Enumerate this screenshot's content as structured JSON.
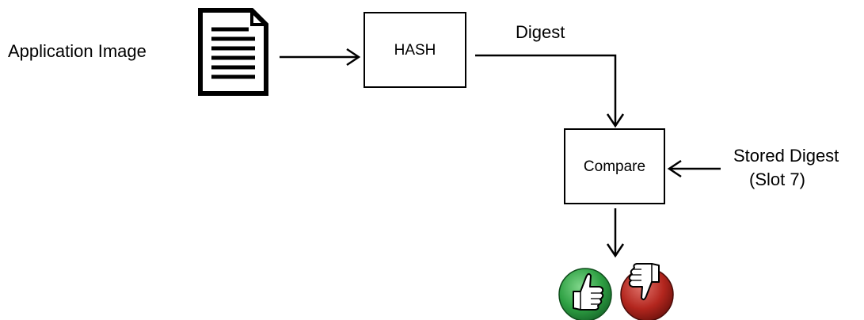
{
  "diagram": {
    "input_label": "Application Image",
    "hash_label": "HASH",
    "digest_label": "Digest",
    "compare_label": "Compare",
    "stored_digest_line1": "Stored Digest",
    "stored_digest_line2": "(Slot 7)",
    "document_icon": "document-icon",
    "pass_icon": "thumbs-up-icon",
    "fail_icon": "thumbs-down-icon",
    "colors": {
      "pass": "#2ea043",
      "fail": "#b3261e",
      "stroke": "#000000"
    }
  }
}
